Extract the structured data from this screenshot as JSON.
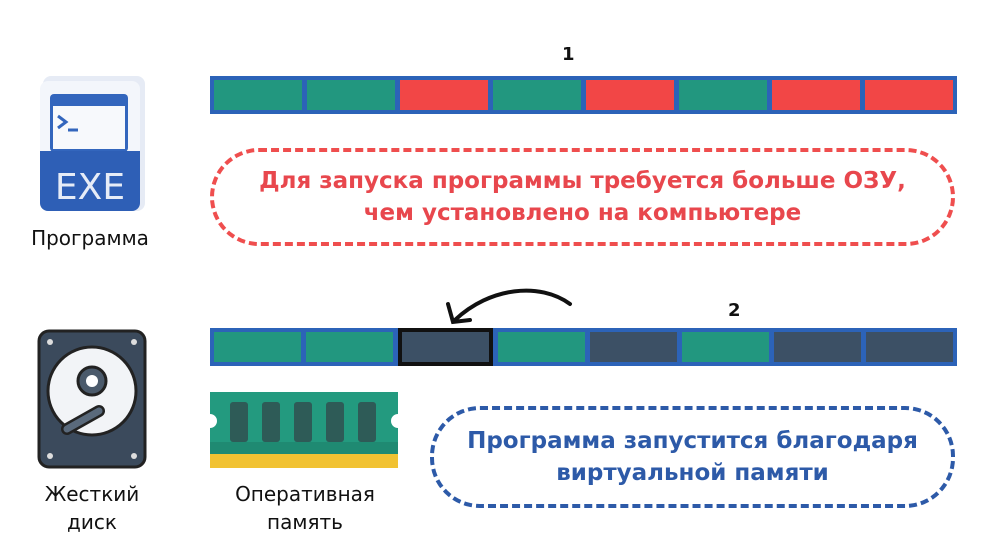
{
  "labels": {
    "program": "Программа",
    "hdd_line1": "Жесткий",
    "hdd_line2": "диск",
    "ram_line1": "Оперативная",
    "ram_line2": "память",
    "exe": "EXE"
  },
  "steps": {
    "step1": "1",
    "step2": "2"
  },
  "bar1": {
    "cells": [
      "used",
      "used",
      "required",
      "used",
      "required",
      "used",
      "required",
      "required"
    ]
  },
  "bar2": {
    "cells": [
      "used",
      "used",
      "virtual-highlight",
      "used",
      "virtual",
      "used",
      "virtual",
      "virtual"
    ]
  },
  "notes": {
    "problem_line1": "Для запуска программы требуется больше ОЗУ,",
    "problem_line2": "чем установлено на компьютере",
    "solution_line1": "Программа запустится благодаря",
    "solution_line2": "виртуальной памяти"
  },
  "colors": {
    "used": "#22977f",
    "required": "#f24646",
    "virtual": "#3c5065",
    "border": "#2c63b8",
    "problem": "#e8474d",
    "solution": "#2d5aa8"
  }
}
